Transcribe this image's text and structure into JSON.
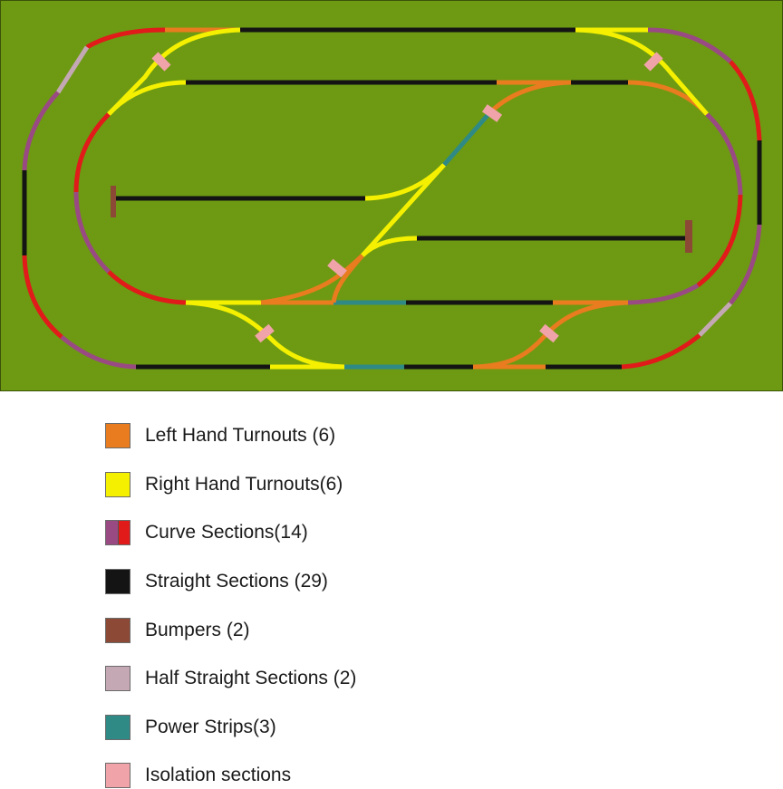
{
  "colors": {
    "board": "#6d9a12",
    "board_border": "#3b5208",
    "left_turnout": "#e87c1e",
    "right_turnout": "#f5f000",
    "curve_purple": "#9a4a82",
    "curve_red": "#e11a1a",
    "straight": "#141414",
    "bumper": "#8c4a36",
    "half_straight": "#c4a8b4",
    "power_strip": "#2f8a86",
    "isolation": "#f0a3a8"
  },
  "legend": [
    {
      "label": "Left Hand Turnouts (6)",
      "swatch": [
        "#e87c1e"
      ]
    },
    {
      "label": "Right Hand Turnouts(6)",
      "swatch": [
        "#f5f000"
      ]
    },
    {
      "label": "Curve Sections(14)",
      "swatch": [
        "#9a4a82",
        "#e11a1a"
      ]
    },
    {
      "label": "Straight Sections (29)",
      "swatch": [
        "#141414"
      ]
    },
    {
      "label": "Bumpers (2)",
      "swatch": [
        "#8c4a36"
      ]
    },
    {
      "label": "Half Straight Sections (2)",
      "swatch": [
        "#c4a8b4"
      ]
    },
    {
      "label": "Power Strips(3)",
      "swatch": [
        "#2f8a86"
      ]
    },
    {
      "label": "Isolation sections",
      "swatch": [
        "#f0a3a8"
      ]
    }
  ]
}
